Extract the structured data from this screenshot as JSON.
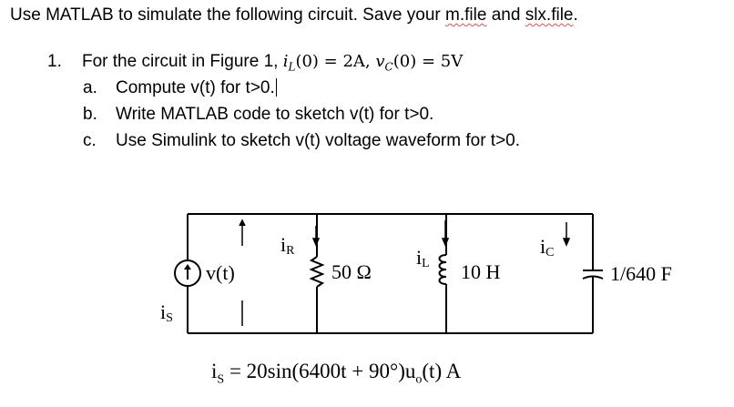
{
  "intro": {
    "before": "Use MATLAB to simulate the following circuit. Save your ",
    "file1": "m.file",
    "and": " and ",
    "file2": "slx.file",
    "after": "."
  },
  "question": {
    "number": "1.",
    "text": "For the circuit in Figure 1, ",
    "condition_il": "i",
    "condition_il_sub": "L",
    "condition_il_rest": "(0) = 2A, ",
    "condition_vc": "v",
    "condition_vc_sub": "C",
    "condition_vc_rest": "(0) = 5V",
    "items": [
      {
        "letter": "a.",
        "text": "Compute v(t) for t>0."
      },
      {
        "letter": "b.",
        "text": "Write MATLAB code to sketch v(t) for t>0."
      },
      {
        "letter": "c.",
        "text": "Use Simulink to sketch v(t) voltage waveform for t>0."
      }
    ]
  },
  "circuit": {
    "source_label": "i",
    "source_label_sub": "S",
    "voltage_label": "v(t)",
    "ir_label": "i",
    "ir_label_sub": "R",
    "resistor_label": "50 Ω",
    "il_label": "i",
    "il_label_sub": "L",
    "inductor_label": "10 H",
    "ic_label": "i",
    "ic_label_sub": "C",
    "capacitor_label": "1/640 F",
    "formula_lhs": "i",
    "formula_lhs_sub": "S",
    "formula_eq": " = 20sin(6400t + 90°)u",
    "formula_u_sub": "o",
    "formula_rest": "(t) A"
  }
}
